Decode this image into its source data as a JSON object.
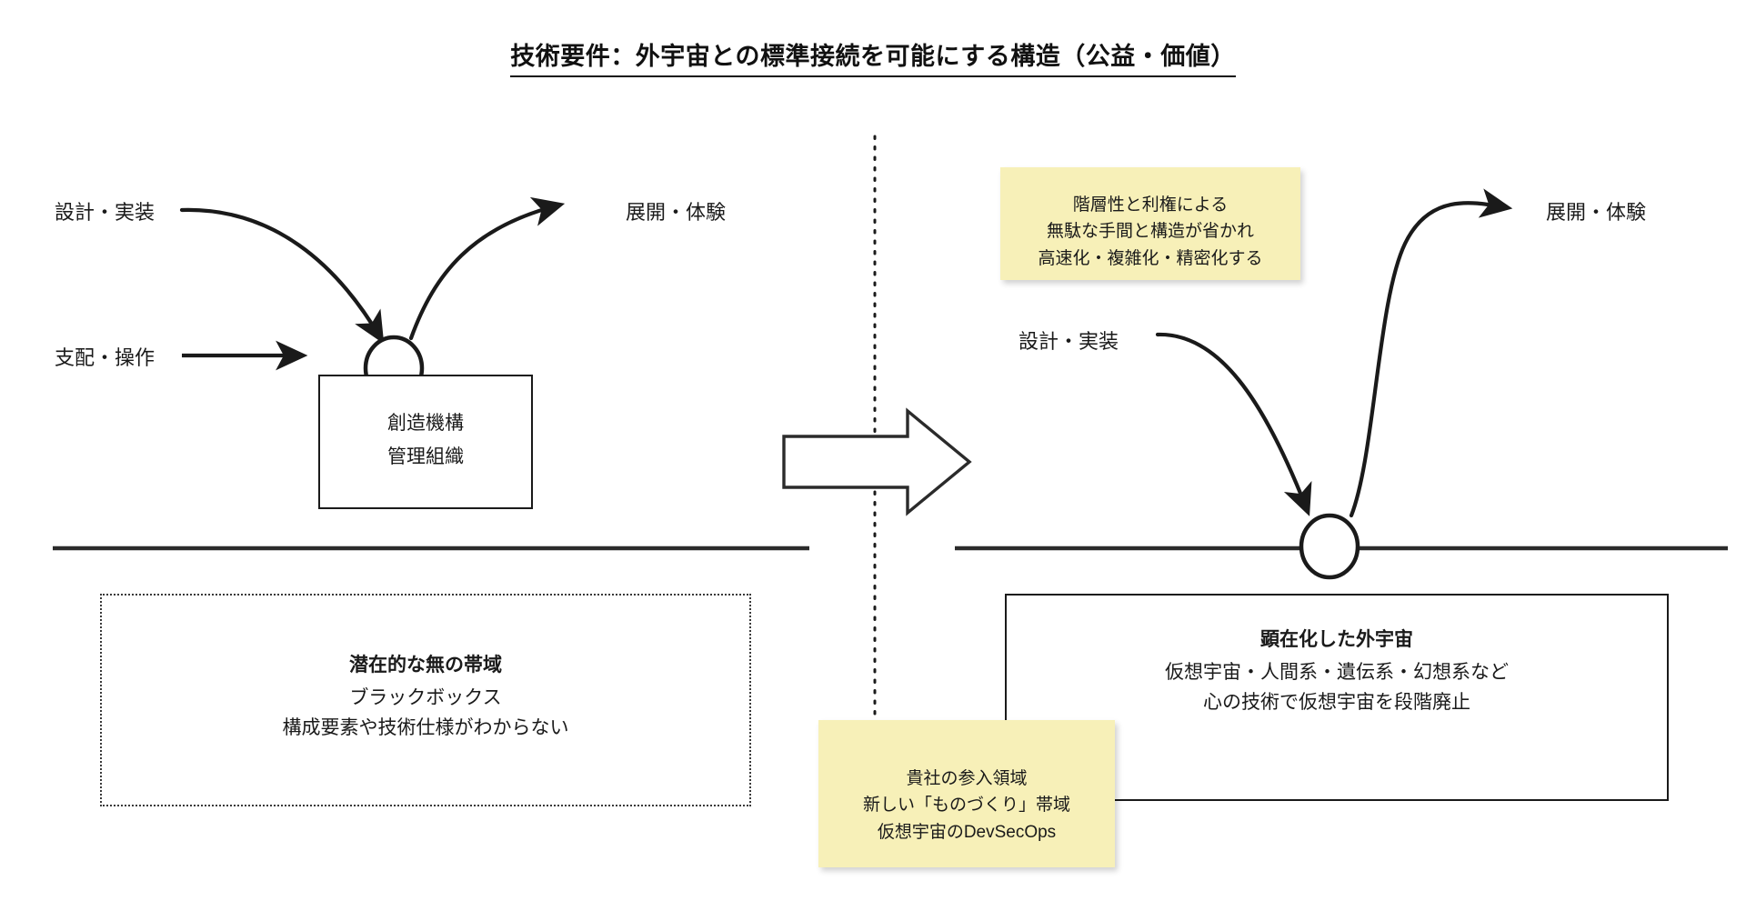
{
  "title": "技術要件：外宇宙との標準接続を可能にする構造（公益・価値）",
  "left_panel": {
    "input_design_label": "設計・実装",
    "input_control_label": "支配・操作",
    "output_label": "展開・体験",
    "process_box": {
      "line1": "創造機構",
      "line2": "管理組織"
    },
    "region": {
      "heading": "潜在的な無の帯域",
      "line2": "ブラックボックス",
      "line3": "構成要素や技術仕様がわからない"
    }
  },
  "center": {
    "transform_arrow": "right-block-arrow",
    "divider": "vertical-dotted-divider"
  },
  "right_panel": {
    "input_design_label": "設計・実装",
    "output_label": "展開・体験",
    "sticky_top": {
      "line1": "階層性と利権による",
      "line2": "無駄な手間と構造が省かれ",
      "line3": "高速化・複雑化・精密化する"
    },
    "region": {
      "heading": "顕在化した外宇宙",
      "line2": "仮想宇宙・人間系・遺伝系・幻想系など",
      "line3": "心の技術で仮想宇宙を段階廃止"
    }
  },
  "sticky_bottom": {
    "line1": "貴社の参入領域",
    "line2": "新しい「ものづくり」帯域",
    "line3": "仮想宇宙のDevSecOps"
  },
  "colors": {
    "sticky_yellow": "#f7f0b8",
    "ink": "#1a1a1a",
    "background": "#ffffff"
  }
}
